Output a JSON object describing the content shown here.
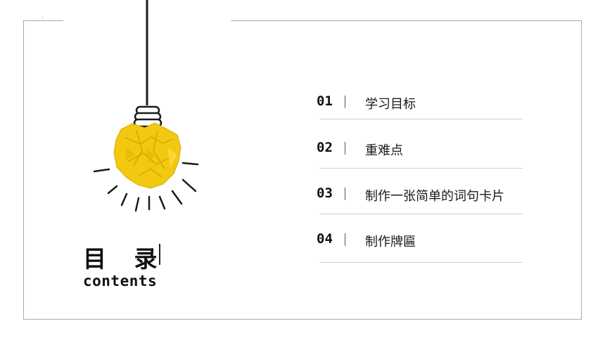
{
  "slide": {
    "title_zh": "目 录",
    "title_en": "contents",
    "accent_color": "#f2c811",
    "frame_color": "#a9a9a9"
  },
  "toc": {
    "items": [
      {
        "number": "01",
        "label": "学习目标"
      },
      {
        "number": "02",
        "label": "重难点"
      },
      {
        "number": "03",
        "label": "制作一张简单的词句卡片"
      },
      {
        "number": "04",
        "label": "制作牌匾"
      }
    ]
  },
  "illustration": {
    "icon": "crumpled-paper-lightbulb-icon"
  }
}
